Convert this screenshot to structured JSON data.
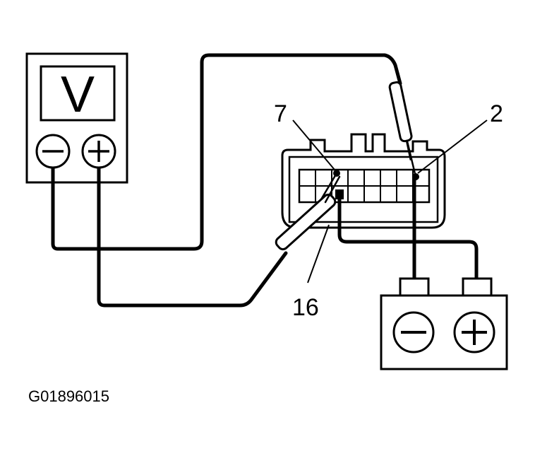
{
  "meter": {
    "symbol": "V",
    "negative_icon": "minus-icon",
    "positive_icon": "plus-icon"
  },
  "connector": {
    "terminal_labels": [
      "7",
      "2",
      "16"
    ]
  },
  "battery": {
    "negative_icon": "minus-icon",
    "positive_icon": "plus-icon"
  },
  "figure_code": "G01896015"
}
